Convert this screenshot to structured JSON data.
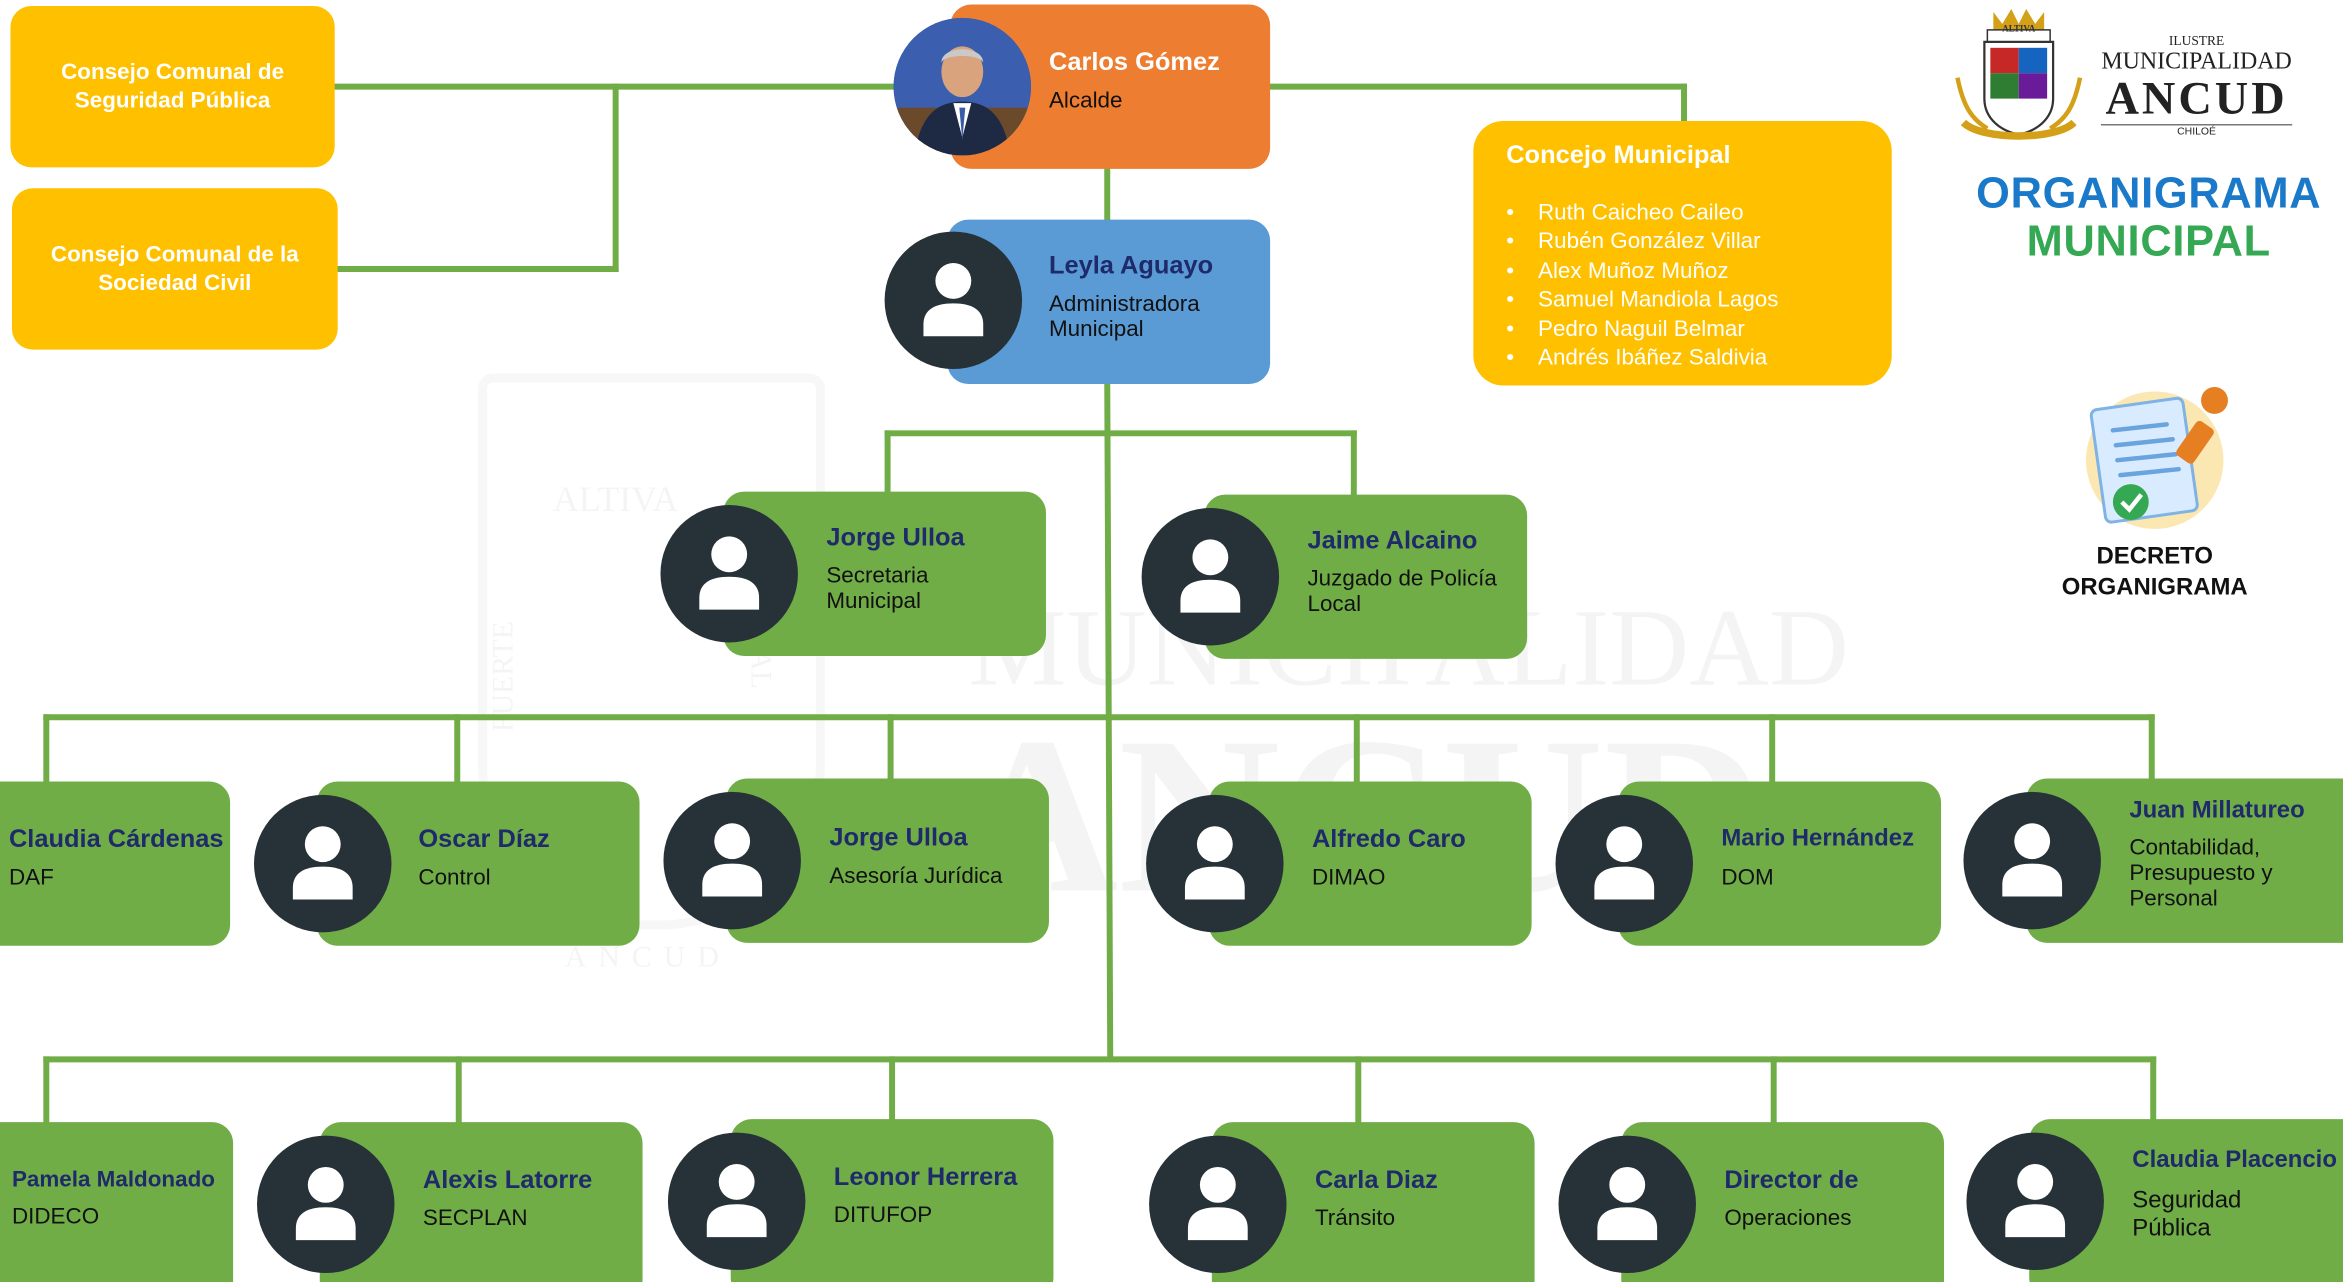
{
  "logo": {
    "ilustre": "ILUSTRE",
    "municipalidad": "MUNICIPALIDAD",
    "ancud": "ANCUD",
    "chiloe": "CHILOÉ",
    "crest_motto": "ALTIVA"
  },
  "title": {
    "line1": "ORGANIGRAMA",
    "line2": "MUNICIPAL",
    "color1": "#1b79c9",
    "color2": "#34a853"
  },
  "decreto": {
    "line1": "DECRETO",
    "line2": "ORGANIGRAMA"
  },
  "consejos": {
    "seguridad": "Consejo Comunal de Seguridad Pública",
    "sociedad": "Consejo Comunal de la Sociedad Civil"
  },
  "concejo": {
    "title": "Concejo Municipal",
    "members": [
      "Ruth Caicheo Caileo",
      "Rubén González Villar",
      "Alex Muñoz Muñoz",
      "Samuel Mandiola Lagos",
      "Pedro Naguil Belmar",
      "Andrés Ibáñez Saldivia"
    ]
  },
  "alcalde": {
    "name": "Carlos Gómez",
    "role": "Alcalde"
  },
  "administradora": {
    "name": "Leyla Aguayo",
    "role_l1": "Administradora",
    "role_l2": "Municipal"
  },
  "level2": [
    {
      "name": "Jorge Ulloa",
      "role_l1": "Secretaria",
      "role_l2": "Municipal"
    },
    {
      "name": "Jaime Alcaino",
      "role_l1": "Juzgado de Policía",
      "role_l2": "Local"
    }
  ],
  "row1": [
    {
      "name": "Claudia Cárdenas",
      "role": "DAF"
    },
    {
      "name": "Oscar Díaz",
      "role": "Control"
    },
    {
      "name": "Jorge Ulloa",
      "role": "Asesoría Jurídica"
    },
    {
      "name": "Alfredo Caro",
      "role": "DIMAO"
    },
    {
      "name": "Mario Hernández",
      "role": "DOM"
    },
    {
      "name": "Juan Millatureo",
      "role_l1": "Contabilidad,",
      "role_l2": "Presupuesto y",
      "role_l3": "Personal"
    }
  ],
  "row2": [
    {
      "name": "Pamela Maldonado",
      "role": "DIDECO"
    },
    {
      "name": "Alexis Latorre",
      "role": "SECPLAN"
    },
    {
      "name": "Leonor Herrera",
      "role": "DITUFOP"
    },
    {
      "name": "Carla Diaz",
      "role": "Tránsito"
    },
    {
      "name": "Director de",
      "role": "Operaciones"
    },
    {
      "name": "Claudia Placencio",
      "role_l1": "Seguridad",
      "role_l2": "Pública"
    }
  ],
  "watermark": {
    "line1": "MUNICIPALIDAD",
    "line2": "ANCUD",
    "motto": "ALTIVA",
    "side_left": "FUERTE",
    "side_right": "LEAL",
    "bottom": "ANCUD"
  },
  "colors": {
    "connector": "#70ad47",
    "green": "#70ad47",
    "orange": "#ed7d31",
    "blue": "#5b9bd5",
    "yellow": "#ffc000",
    "avatar": "#263238"
  }
}
